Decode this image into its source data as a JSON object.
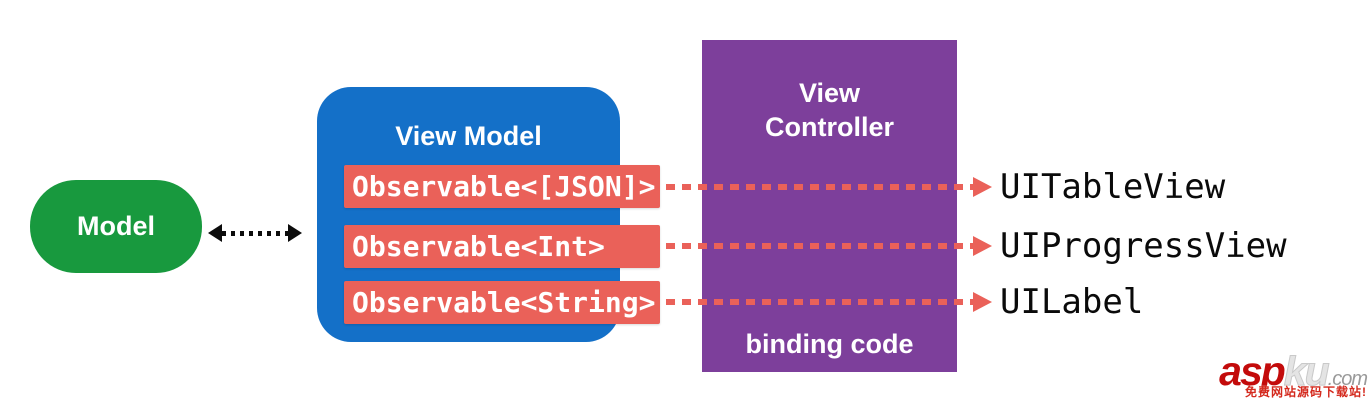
{
  "diagram": {
    "model": {
      "label": "Model"
    },
    "model_viewmodel_link": {
      "style": "dotted-double-arrow"
    },
    "view_model": {
      "label": "View Model",
      "observables": [
        {
          "label": "Observable<[JSON]>"
        },
        {
          "label": "Observable<Int>"
        },
        {
          "label": "Observable<String>"
        }
      ]
    },
    "view_controller": {
      "title": "View Controller",
      "footer": "binding code"
    },
    "bindings": [
      {
        "target": "UITableView"
      },
      {
        "target": "UIProgressView"
      },
      {
        "target": "UILabel"
      }
    ],
    "colors": {
      "model_green": "#18993e",
      "view_model_blue": "#1470c8",
      "view_controller_purple": "#7d3f9b",
      "observable_salmon": "#ea6159",
      "arrow_black": "#0c0c0c"
    }
  },
  "watermark": {
    "brand_bold": "asp",
    "brand_light": "ku",
    "domain_suffix": ".com",
    "tagline": "免费网站源码下载站!"
  }
}
